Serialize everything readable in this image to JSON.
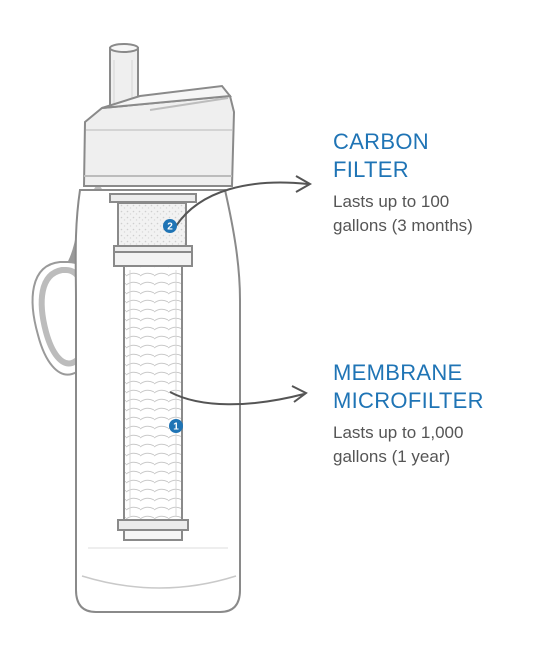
{
  "components": [
    {
      "number": "2",
      "heading_line1": "CARBON",
      "heading_line2": "FILTER",
      "desc_line1": "Lasts up to 100",
      "desc_line2": "gallons (3 months)"
    },
    {
      "number": "1",
      "heading_line1": "MEMBRANE",
      "heading_line2": "MICROFILTER",
      "desc_line1": "Lasts up to 1,000",
      "desc_line2": "gallons (1 year)"
    }
  ],
  "colors": {
    "heading": "#1f74b5",
    "description": "#555555",
    "badge": "#1f74b5",
    "outline": "#8a8a8a"
  },
  "icons": [
    "water-bottle-icon",
    "carabiner-icon"
  ]
}
